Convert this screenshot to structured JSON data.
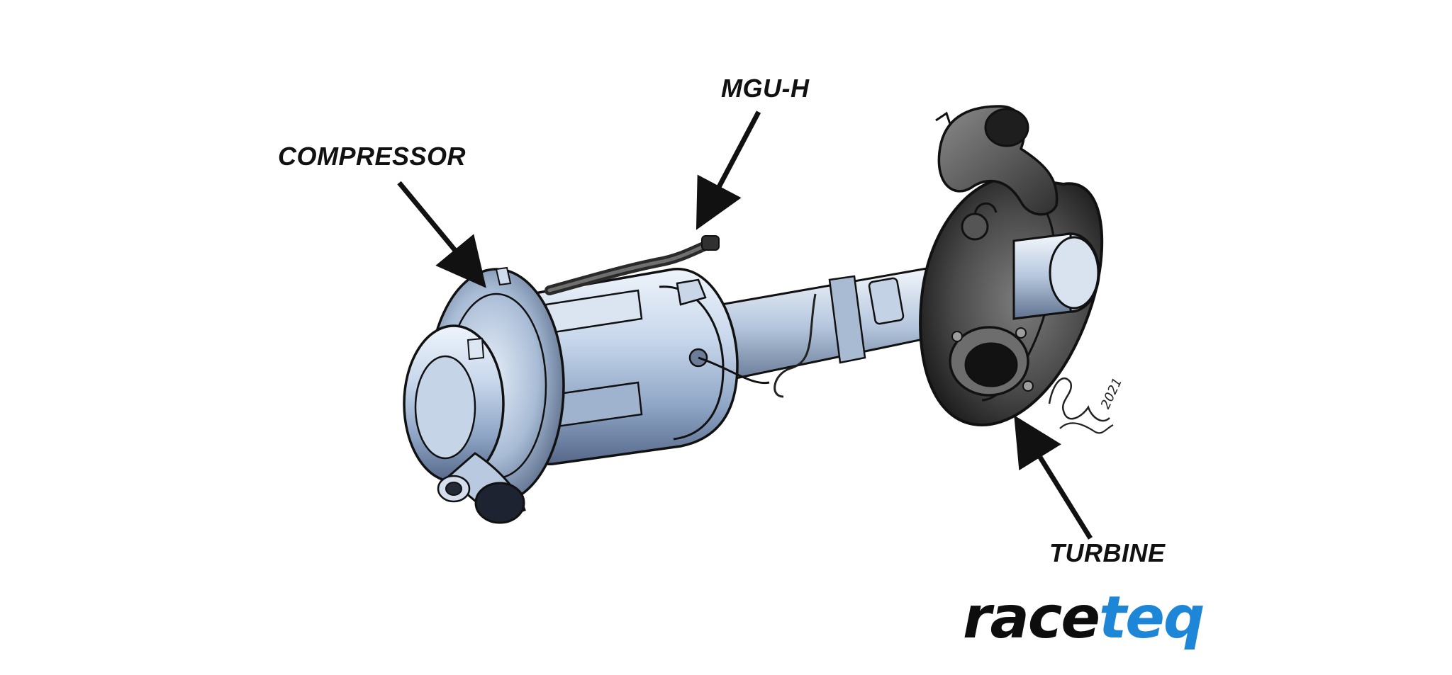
{
  "labels": {
    "compressor": "COMPRESSOR",
    "mgu_h": "MGU-H",
    "turbine": "TURBINE"
  },
  "logo": {
    "part_a": "race",
    "part_b": "teq",
    "color_dark": "#0d0d0d",
    "color_accent": "#1e86d6"
  },
  "signature_year": "2021",
  "colors": {
    "metal_light": "#dbe6f4",
    "metal_mid": "#a7bcd8",
    "metal_dark": "#5a6e8c",
    "turbine_light": "#9a9a9a",
    "turbine_dark": "#2b2b2b",
    "outline": "#111111"
  }
}
